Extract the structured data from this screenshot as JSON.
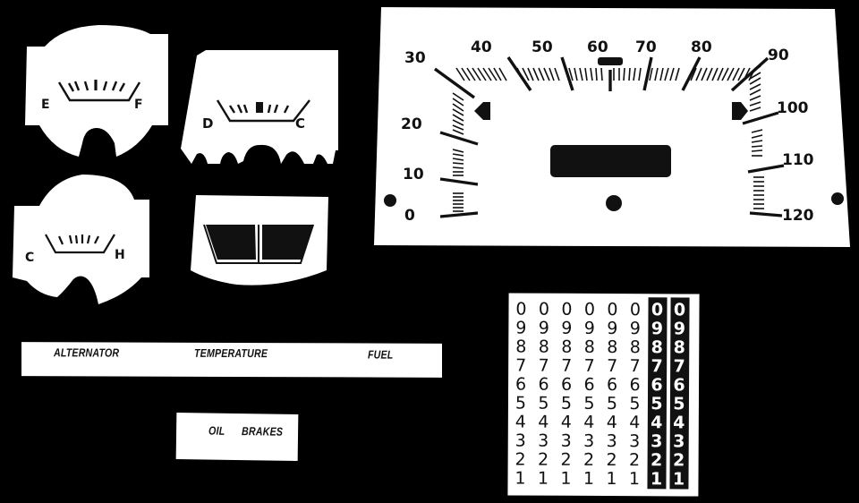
{
  "colors": {
    "background": "#000000",
    "panel": "#ffffff",
    "ink": "#111111"
  },
  "fuel_gauge": {
    "left_label": "E",
    "right_label": "F"
  },
  "vacuum_gauge": {
    "left_label": "D",
    "right_label": "C"
  },
  "temp_gauge": {
    "left_label": "C",
    "right_label": "H"
  },
  "warning_lens": {
    "name": "dual-window-indicator"
  },
  "label_strip": {
    "items": [
      "ALTERNATOR",
      "TEMPERATURE",
      "FUEL"
    ]
  },
  "small_strip": {
    "items": [
      "OIL",
      "BRAKES"
    ]
  },
  "speedometer": {
    "left_scale": [
      "0",
      "10",
      "20",
      "30"
    ],
    "top_scale": [
      "40",
      "50",
      "60",
      "70",
      "80"
    ],
    "right_scale": [
      "90",
      "100",
      "110",
      "120"
    ],
    "left_arrow": "turn-left-arrow",
    "right_arrow": "turn-right-arrow"
  },
  "odometer_decal": {
    "rows": [
      "0",
      "9",
      "8",
      "7",
      "6",
      "5",
      "4",
      "3",
      "2",
      "1"
    ],
    "normal_columns": 6,
    "inverted_columns": 2
  }
}
